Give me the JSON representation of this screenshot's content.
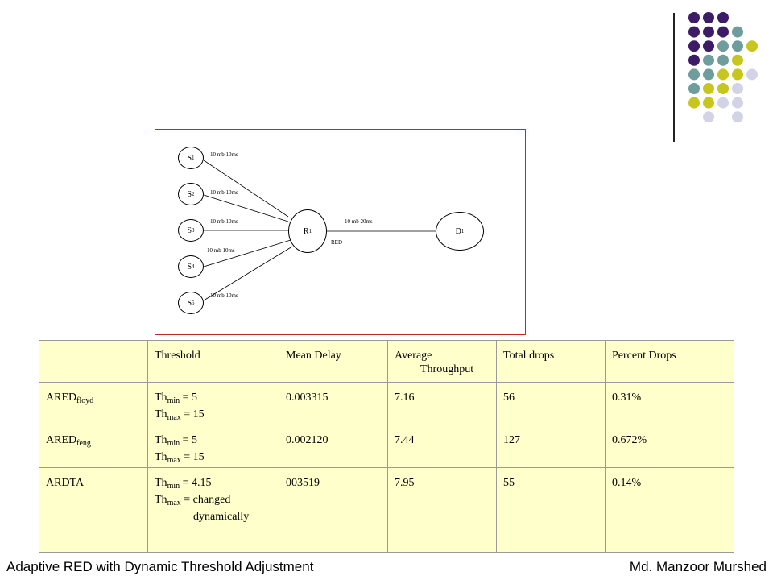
{
  "decor": {
    "dot_colors": [
      "#3d1b67",
      "#6f9c9c",
      "#c6c61c",
      "#d3d3e6"
    ]
  },
  "diagram": {
    "sources": [
      {
        "name": "S",
        "sub": "1"
      },
      {
        "name": "S",
        "sub": "2"
      },
      {
        "name": "S",
        "sub": "3"
      },
      {
        "name": "S",
        "sub": "4"
      },
      {
        "name": "S",
        "sub": "5"
      }
    ],
    "router": {
      "name": "R",
      "sub": "1",
      "queue": "RED"
    },
    "dest": {
      "name": "D",
      "sub": "1"
    },
    "link_labels": [
      "10 mb  10ms",
      "10 mb  10ms",
      "10 mb  10ms",
      "10 mb  10ms",
      "10 mb  10ms"
    ],
    "bottleneck_label": "10 mb  20ms"
  },
  "table": {
    "headers": [
      "",
      "Threshold",
      "Mean Delay",
      "Average",
      "Throughput",
      "Total drops",
      "Percent Drops"
    ],
    "rows": [
      {
        "name": "ARED",
        "name_sub": "floyd",
        "th1_pre": "Th",
        "th1_sub": "min",
        "th1_val": " = 5",
        "th2_pre": "Th",
        "th2_sub": "max",
        "th2_val": " = 15",
        "th2_cont": "",
        "delay": "0.003315",
        "throughput": "7.16",
        "drops": "56",
        "percent": "0.31%"
      },
      {
        "name": "ARED",
        "name_sub": "feng",
        "th1_pre": "Th",
        "th1_sub": "min",
        "th1_val": " = 5",
        "th2_pre": "Th",
        "th2_sub": "max",
        "th2_val": " = 15",
        "th2_cont": "",
        "delay": "0.002120",
        "throughput": "7.44",
        "drops": "127",
        "percent": "0.672%"
      },
      {
        "name": "ARDTA",
        "name_sub": "",
        "th1_pre": "Th",
        "th1_sub": "min",
        "th1_val": " = 4.15",
        "th2_pre": "Th",
        "th2_sub": "max",
        "th2_val": " = changed",
        "th2_cont": "dynamically",
        "delay": "003519",
        "throughput": "7.95",
        "drops": "55",
        "percent": "0.14%"
      }
    ]
  },
  "footer": {
    "left": "Adaptive RED with Dynamic Threshold Adjustment",
    "right": "Md. Manzoor Murshed"
  }
}
